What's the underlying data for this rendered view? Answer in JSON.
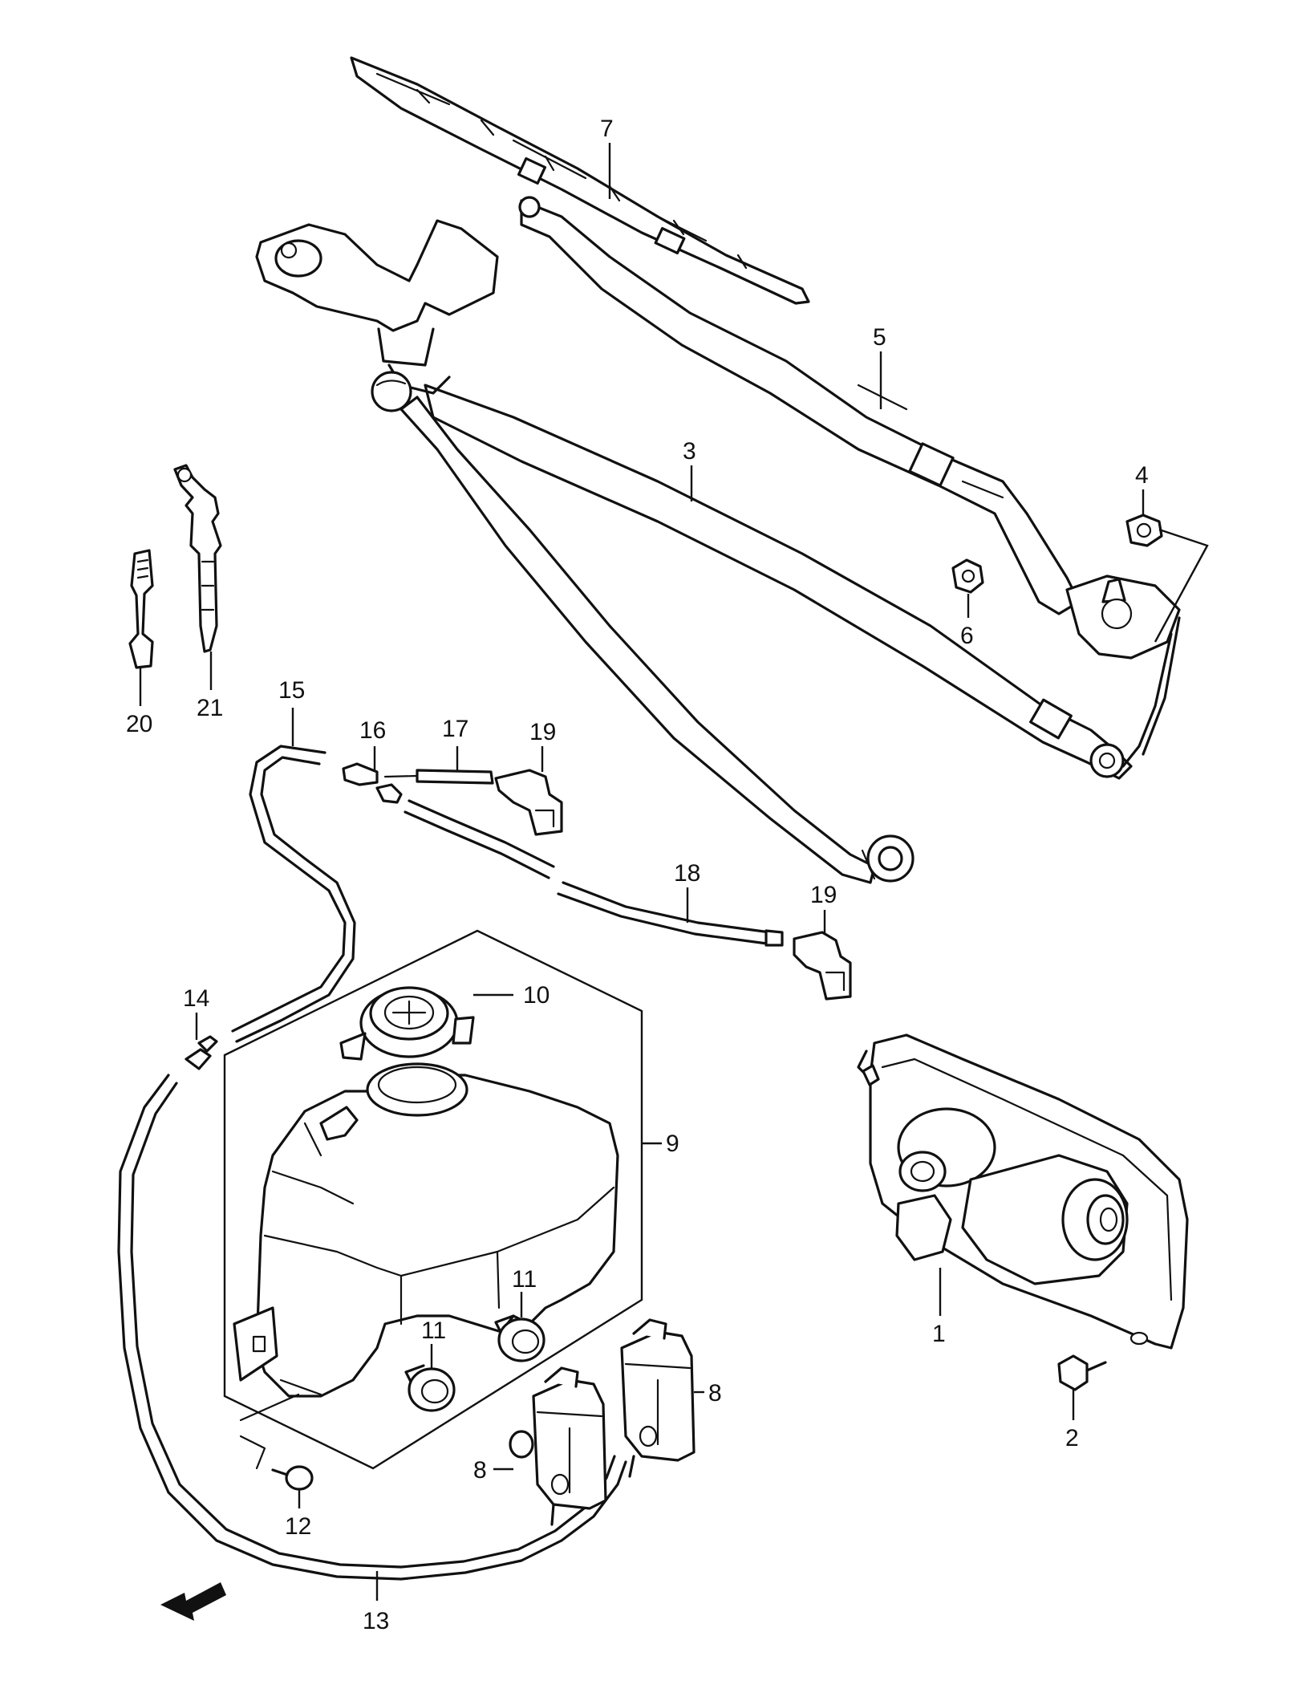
{
  "callouts": {
    "c1": "1",
    "c2": "2",
    "c3": "3",
    "c4": "4",
    "c5": "5",
    "c6": "6",
    "c7": "7",
    "c8a": "8",
    "c8b": "8",
    "c9": "9",
    "c10": "10",
    "c11a": "11",
    "c11b": "11",
    "c12": "12",
    "c13": "13",
    "c14": "14",
    "c15": "15",
    "c16": "16",
    "c17": "17",
    "c18": "18",
    "c19a": "19",
    "c19b": "19",
    "c20": "20",
    "c21": "21"
  },
  "icons": {
    "front_arrow": "front-direction-arrow-icon"
  },
  "colors": {
    "line": "#111111",
    "background": "#ffffff"
  }
}
